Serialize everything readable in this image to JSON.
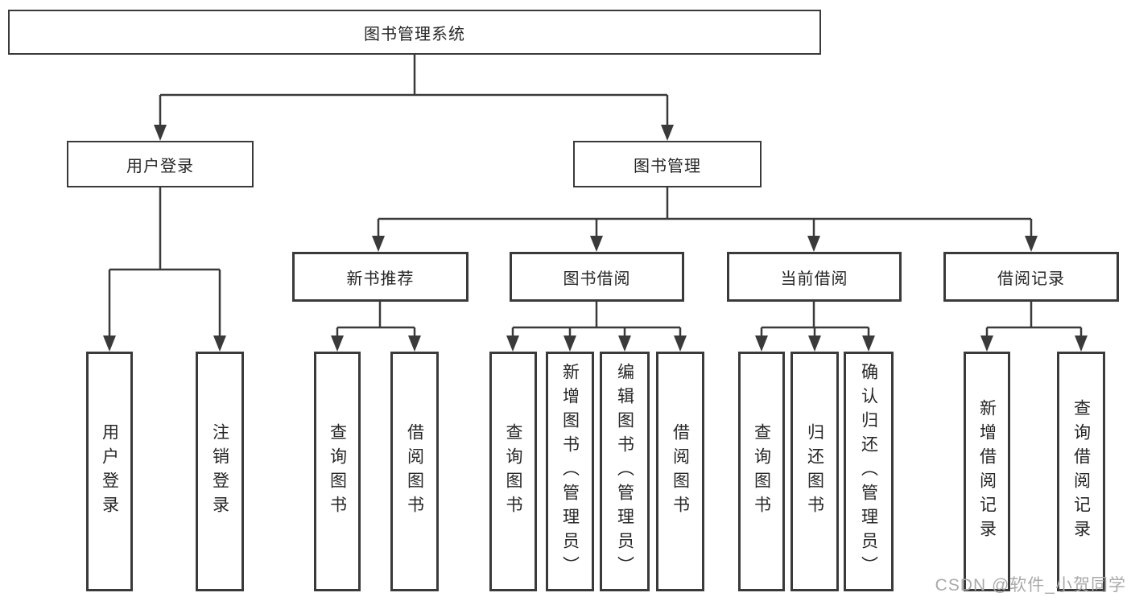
{
  "diagram_title": "图书管理系统",
  "colors": {
    "line": "#3a3a3a",
    "text": "#262626",
    "watermark": "#aaaaaa",
    "background": "#ffffff"
  },
  "nodes": {
    "root": "图书管理系统",
    "user_login": "用户登录",
    "book_mgmt": "图书管理",
    "new_book_rec": "新书推荐",
    "book_borrow": "图书借阅",
    "current_borrow": "当前借阅",
    "borrow_records": "借阅记录",
    "leaf_user_login": "用户登录",
    "leaf_logout": "注销登录",
    "leaf_query_book_1": "查询图书",
    "leaf_borrow_book_1": "借阅图书",
    "leaf_query_book_2": "查询图书",
    "leaf_add_book": "新增图书（管理员）",
    "leaf_edit_book": "编辑图书（管理员）",
    "leaf_borrow_book_2": "借阅图书",
    "leaf_query_book_3": "查询图书",
    "leaf_return_book": "归还图书",
    "leaf_confirm_return": "确认归还（管理员）",
    "leaf_add_borrow_record": "新增借阅记录",
    "leaf_query_borrow_record": "查询借阅记录"
  },
  "watermark": "CSDN @软件_小贺同学"
}
